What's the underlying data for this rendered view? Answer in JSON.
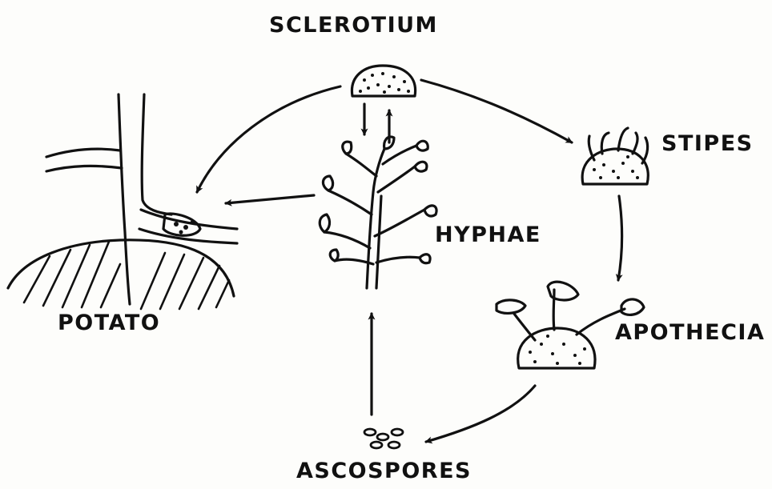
{
  "labels": {
    "sclerotium": "SCLEROTIUM",
    "stipes": "STIPES",
    "hyphae": "HYPHAE",
    "potato": "POTATO",
    "apothecia": "APOTHECIA",
    "ascospores": "ASCOSPORES"
  },
  "colors": {
    "ink": "#111111",
    "paper": "#fdfdfb"
  }
}
